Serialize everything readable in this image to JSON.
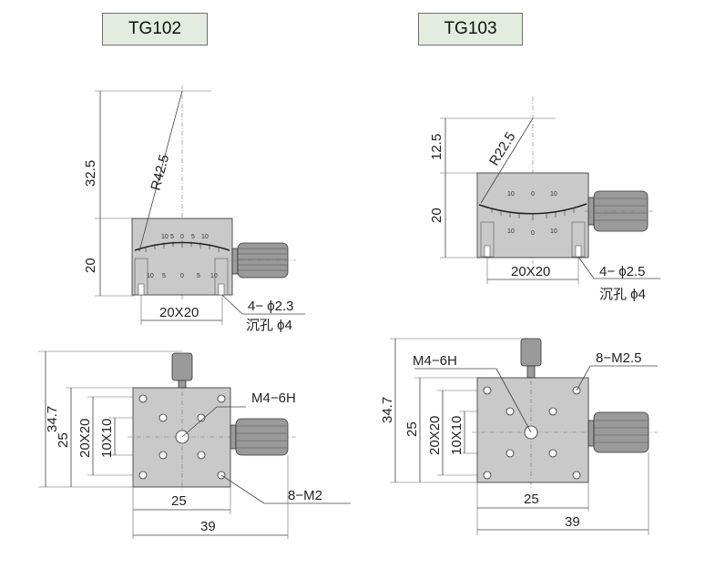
{
  "titles": {
    "left": "TG102",
    "right": "TG103"
  },
  "tg102": {
    "side": {
      "height_top": "32.5",
      "height_body": "20",
      "radius": "R42.5",
      "width": "20X20",
      "holes": "4− ϕ2.3",
      "counterbore": "沉孔 ϕ4",
      "scale_top": [
        "10",
        "5",
        "0",
        "5",
        "10"
      ],
      "scale_bottom": [
        "10",
        "5",
        "0",
        "5",
        "10"
      ]
    },
    "top": {
      "overall_h": "34.7",
      "h": "25",
      "pitch_outer": "20X20",
      "pitch_inner": "10X10",
      "center_tap": "M4−6H",
      "holes": "8−M2",
      "w": "25",
      "overall_w": "39"
    }
  },
  "tg103": {
    "side": {
      "height_top": "12.5",
      "height_body": "20",
      "radius": "R22.5",
      "width": "20X20",
      "holes": "4− ϕ2.5",
      "counterbore": "沉孔 ϕ4",
      "scale_top": [
        "10",
        "0",
        "10"
      ],
      "scale_bottom": [
        "10",
        "0",
        "10"
      ]
    },
    "top": {
      "overall_h": "34.7",
      "h": "25",
      "pitch_outer": "20X20",
      "pitch_inner": "10X10",
      "center_tap": "M4−6H",
      "holes": "8−M2.5",
      "w": "25",
      "overall_w": "39"
    }
  }
}
